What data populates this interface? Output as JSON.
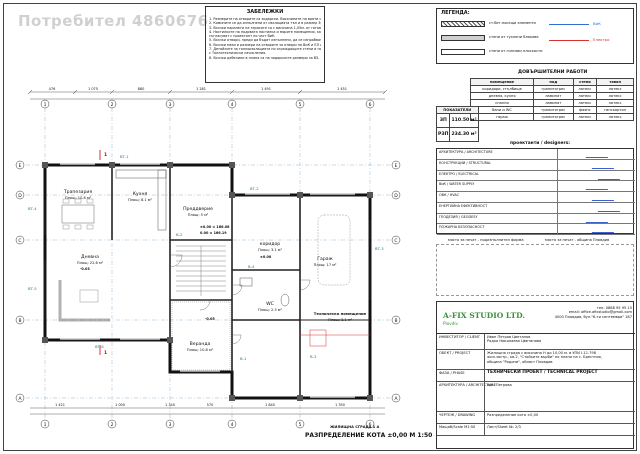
{
  "watermark": "Потребител 4860676",
  "notes": {
    "title": "ЗАБЕЛЕЖКИ",
    "lines": [
      "1. Размерите на отворите са зидарски. Височините на врати се да се спазват от точни мяза.",
      "2. Комините се да изпълнени от изолацията тъп и в размер 30/30 см.",
      "3. Всички парапети на терасите са с височина 1,05м. от готов под.",
      "4. Настилките на подовата настилка и мярите помещения, както и на свършалищ, да се",
      "   съгласуват с проектант по част ВиК.",
      "5. Всички отвори, преди да бъдат изпълнени, да се изпробват за съответствие.",
      "6. Всички мези и размери на отворите за отвори на ВиК и ЕЛ ще бъдат съгласувани.",
      "7. Детайлите за топлоизолацията по ограждащите стени и покрива да се изпълнят",
      "   с Топлотехнически изчисления.",
      "8. Всички дебелини в плана са на зидарските размери за ВЗ."
    ]
  },
  "legend": {
    "title": "ЛЕГЕНДА:",
    "items": [
      "ст.бет.носещи елементи",
      "стени от тухлени блокове",
      "стени от гипсови плоскости"
    ],
    "tags": [
      "ВиК",
      "Електро"
    ]
  },
  "finishes": {
    "title": "ДОВЪРШИТЕЛНИ РАБОТИ",
    "header": [
      "помещение",
      "под",
      "стени",
      "таван"
    ],
    "rows": [
      [
        "коридори, стълбище",
        "гранитогрес",
        "латекс",
        "латекс"
      ],
      [
        "дневна, кухня",
        "ламинат",
        "латекс",
        "латекс"
      ],
      [
        "спални",
        "ламинат",
        "латекс",
        "латекс"
      ],
      [
        "бани и WC",
        "гранитогрес",
        "фаянс",
        "гипскартон"
      ],
      [
        "гараж",
        "гранитогрес",
        "латекс",
        "латекс"
      ]
    ]
  },
  "indicators": {
    "title": "ПОКАЗАТЕЛИ",
    "rows": [
      [
        "ЗП",
        "110.50 м²"
      ],
      [
        "РЗП",
        "234.30 м²"
      ]
    ]
  },
  "designers": {
    "title": "проектанти / designers:",
    "rows": [
      "АРХИТЕКТУРА / ARCHITECTURE",
      "КОНСТРУКЦИИ / STRUCTURAL",
      "ЕЛЕКТРО / ELECTRICAL",
      "ВиК / WATER SUPPLY",
      "ОВК / HVAC",
      "ЕНЕРГИЙНА ЕФЕКТИВНОСТ",
      "ГЕОДЕЗИЯ / GEODESY",
      "ПОЖАРНА БЕЗОПАСНОСТ"
    ],
    "stamp_left": "място за печат - подизпълнител фирма",
    "stamp_right": "място за печат - община Пловдив"
  },
  "plan": {
    "rooms": [
      {
        "name": "Кухня",
        "area": "Площ: 8.1 м²"
      },
      {
        "name": "Трапезария",
        "area": "Площ: 10.8 м²"
      },
      {
        "name": "Дневна",
        "area": "Площ: 22.6 м²"
      },
      {
        "name": "Преддверие",
        "area": "Площ: 5 м²"
      },
      {
        "name": "коридор",
        "area": "Площ: 3.1 м²"
      },
      {
        "name": "Гараж",
        "area": "Площ: 17 м²"
      },
      {
        "name": "WC",
        "area": "Площ: 2.3 м²"
      },
      {
        "name": "Веранда",
        "area": "Площ: 10.8 м²"
      },
      {
        "name": "Техническо помещение",
        "area": "Площ: 3.1 м²"
      }
    ],
    "level_marks": [
      "±0.00 = 166.08",
      "0.00 = 166.19",
      "-0.03",
      "±0.00",
      "-0.05"
    ],
    "grid_rows": [
      "E",
      "D",
      "C",
      "B",
      "A"
    ],
    "grid_cols": [
      "1",
      "2",
      "3",
      "4",
      "5",
      "6"
    ],
    "dims_top": [
      "476",
      "1 075",
      "880",
      "1 281",
      "1 491",
      "1 451"
    ],
    "dims_bottom": [
      "1 421",
      "1 000",
      "1 340",
      "570",
      "1 840",
      "1 350"
    ],
    "window_tags": [
      "ВТ-4",
      "ВТ-5",
      "ВТ-1",
      "ВТ-6",
      "ВТ-2",
      "ВТ-3",
      "В-1",
      "В-2",
      "В-4",
      "В-3"
    ],
    "section_marks": [
      "1",
      "1"
    ],
    "building_label": "ЖИЛИЩНА СГРАДА 1 А",
    "caption": "РАЗПРЕДЕЛЕНИЕ КОТА ±0,00  М 1:50"
  },
  "studio": {
    "name": "A-FIX STUDIO LTD.",
    "city": "Plovdiv",
    "contact": [
      "тел: 0888 95 95 15",
      "email: office.afixstudio@gmail.com",
      "4000 Пловдив, бул.\"6-ти септември\" 187"
    ],
    "rows": [
      {
        "label": "ИНВЕСТИТОР / CLIENT",
        "value": "Иван Петров Цветанов\nРадка Николаева Цветанова"
      },
      {
        "label": "ОБЕКТ / PROJECT",
        "value": "Жилищна сграда с височина Н до 10,00 м. в УПИ I-11.798\nжил.застр., кв.2, \"Стойките върби\" по плана на с. Брестник,\nобщина \"Родопи\", област Пловдив"
      },
      {
        "label": "ФАЗА / PHASE",
        "value": "ТЕХНИЧЕСКИ ПРОЕКТ / TECHNICAL PROJECT"
      },
      {
        "label": "АРХИТЕКТУРА / ARCHITECTURE",
        "value": "арх. Петрова"
      },
      {
        "label": "ЧЕРТЕЖ / DRAWING",
        "value": "Разпределение кота ±0,00"
      },
      {
        "label": "Мащаб/Scale  М1:50",
        "value": "Лист/Sheet №: 2/3"
      }
    ]
  }
}
